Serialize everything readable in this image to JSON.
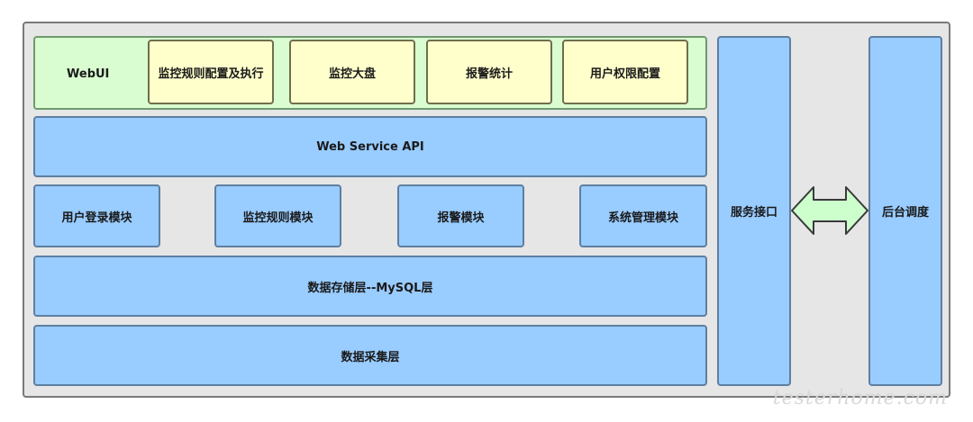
{
  "webui": {
    "label": "WebUI",
    "items": [
      "监控规则配置及执行",
      "监控大盘",
      "报警统计",
      "用户权限配置"
    ]
  },
  "api": {
    "label": "Web Service API"
  },
  "modules": [
    "用户登录模块",
    "监控规则模块",
    "报警模块",
    "系统管理模块"
  ],
  "storage": {
    "label": "数据存储层--MySQL层"
  },
  "collect": {
    "label": "数据采集层"
  },
  "service_interface": {
    "label": "服务接口"
  },
  "scheduler": {
    "label": "后台调度"
  },
  "watermark": "testerhome.com",
  "colors": {
    "layer_blue": "#99ccff",
    "webui_green": "#d9fcd0",
    "item_yellow": "#ffffcc",
    "arrow_green": "#ccffcc"
  },
  "icons": {
    "connector": "double-arrow-icon"
  }
}
